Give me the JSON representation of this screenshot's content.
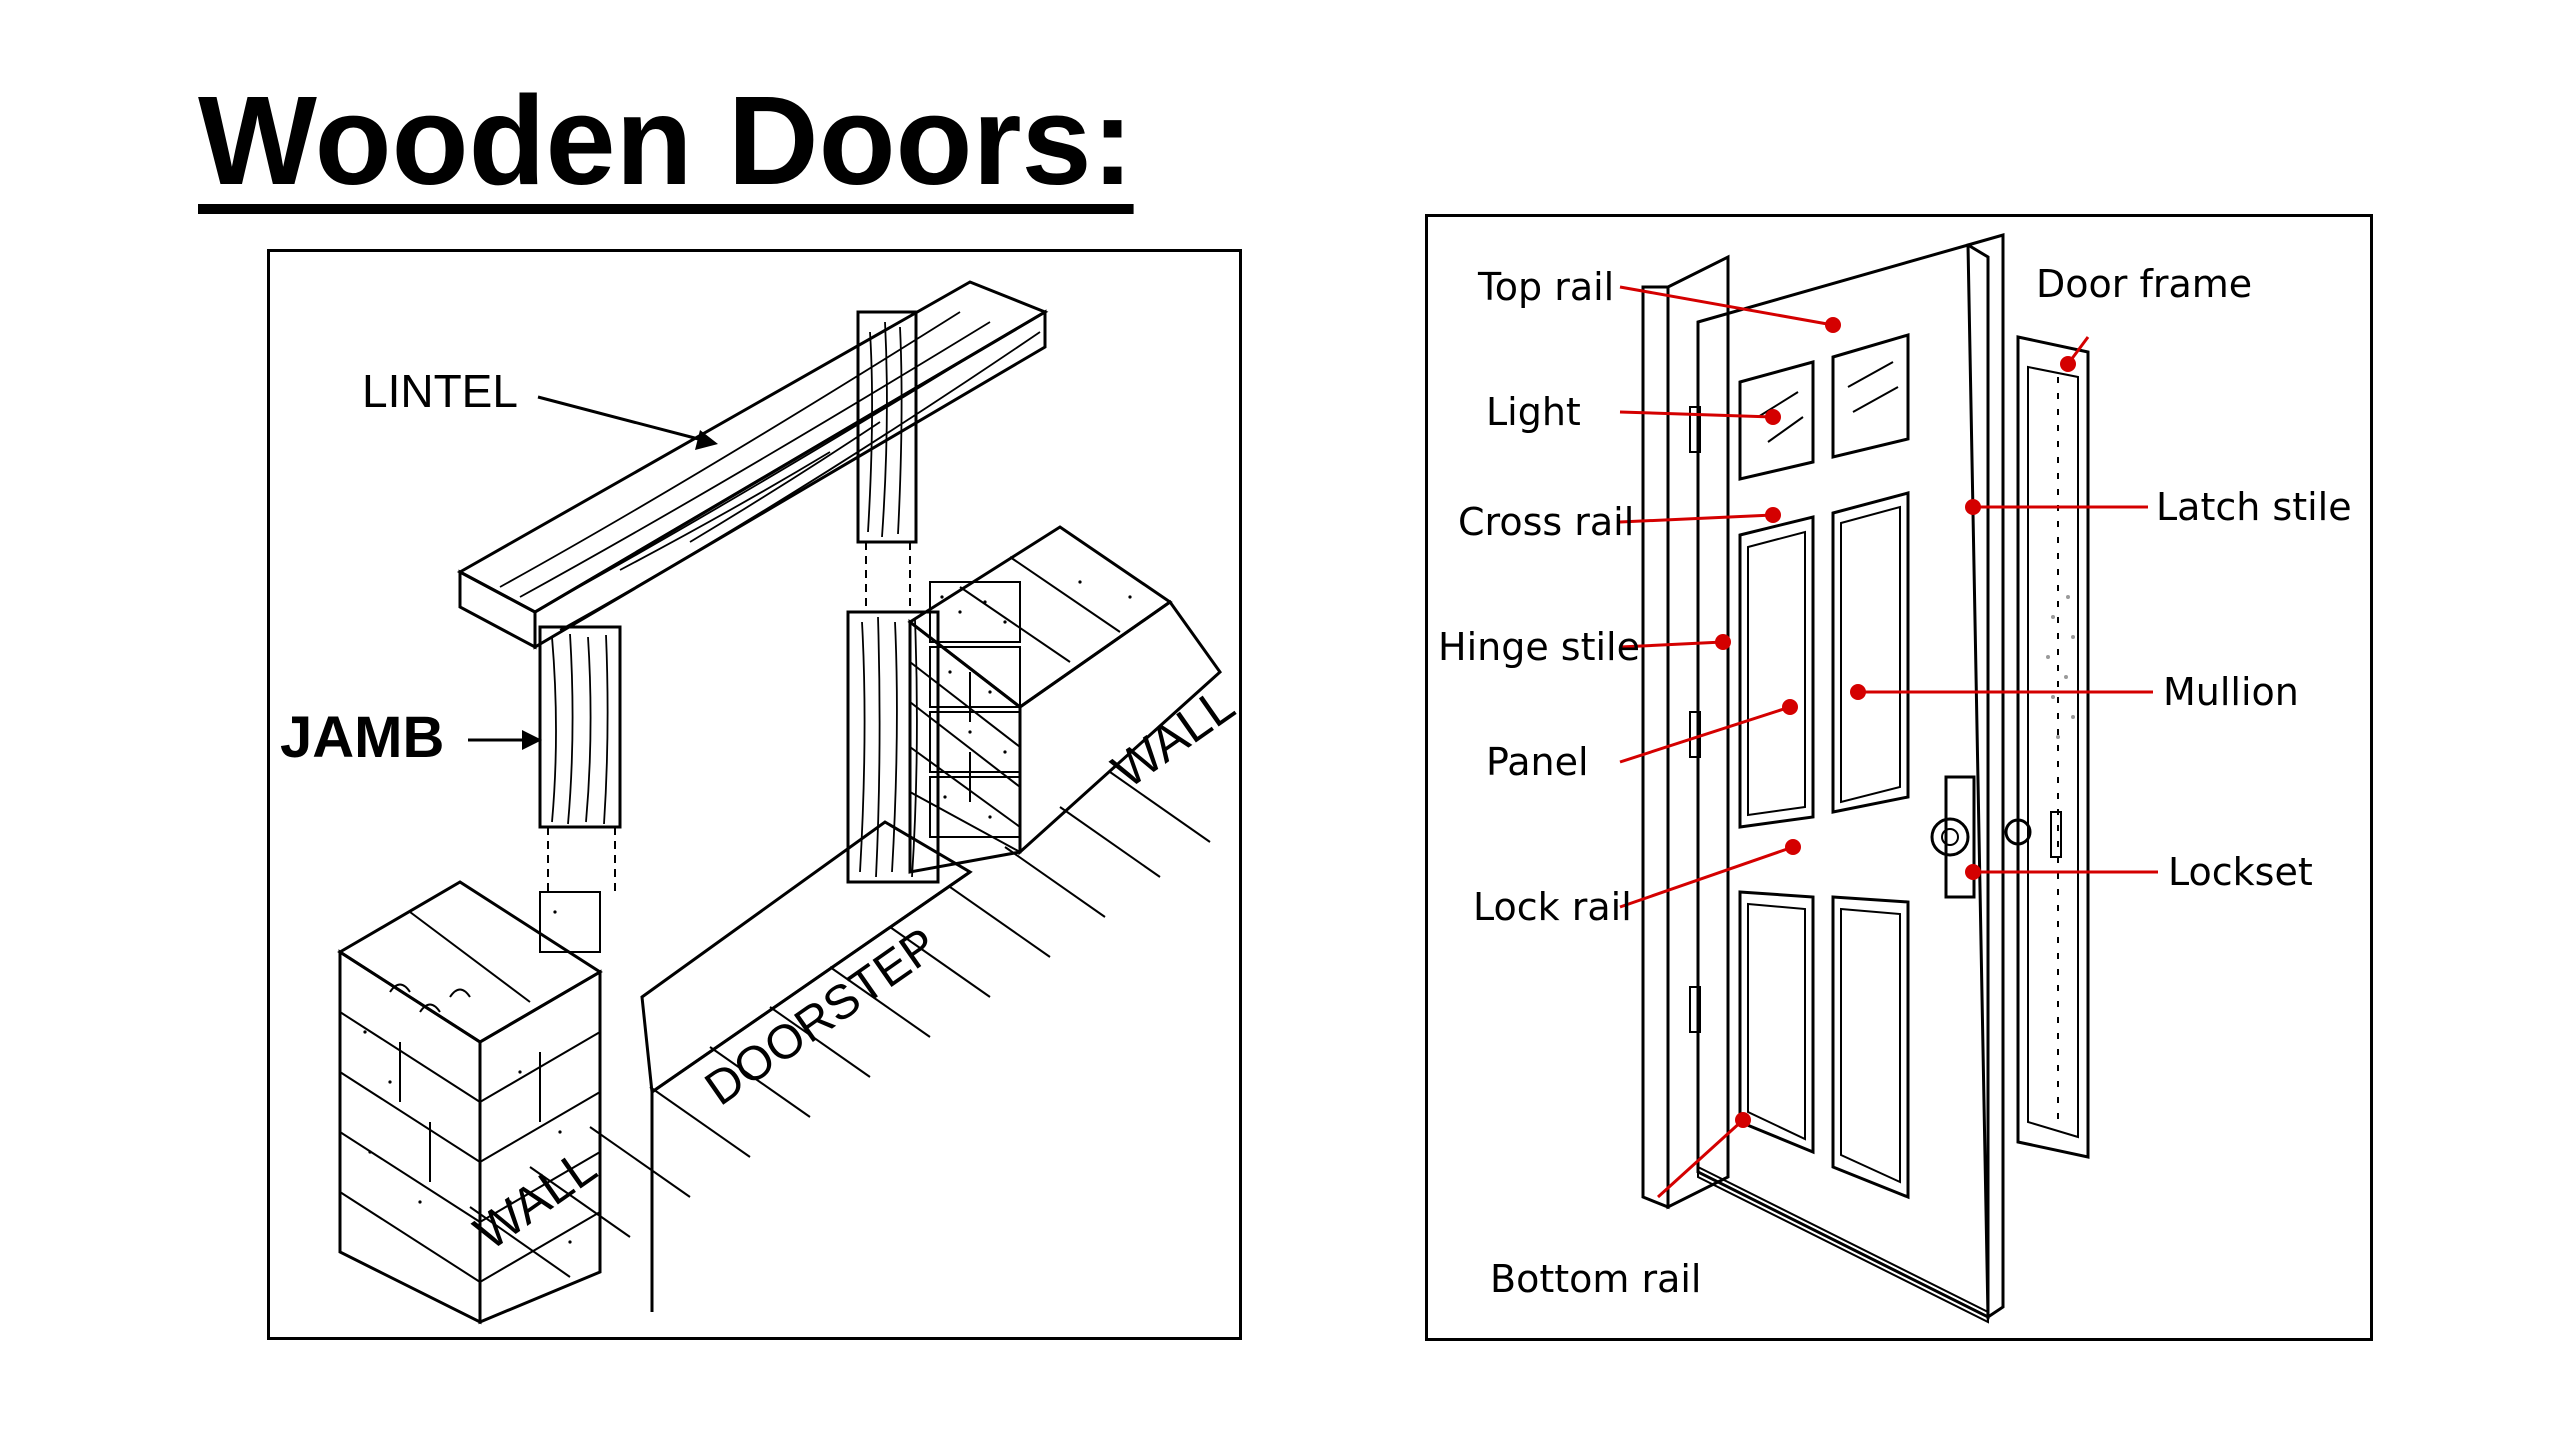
{
  "title": "Wooden Doors:",
  "left_diagram": {
    "labels": {
      "lintel": "LINTEL",
      "jamb": "JAMB",
      "wall_left": "WALL",
      "wall_right": "WALL",
      "doorstep": "DOORSTEP"
    }
  },
  "right_diagram": {
    "labels": {
      "top_rail": "Top rail",
      "light": "Light",
      "cross_rail": "Cross rail",
      "hinge_stile": "Hinge stile",
      "panel": "Panel",
      "lock_rail": "Lock rail",
      "bottom_rail": "Bottom rail",
      "door_frame": "Door frame",
      "latch_stile": "Latch stile",
      "mullion": "Mullion",
      "lockset": "Lockset"
    },
    "leader_color": "#d40000"
  }
}
